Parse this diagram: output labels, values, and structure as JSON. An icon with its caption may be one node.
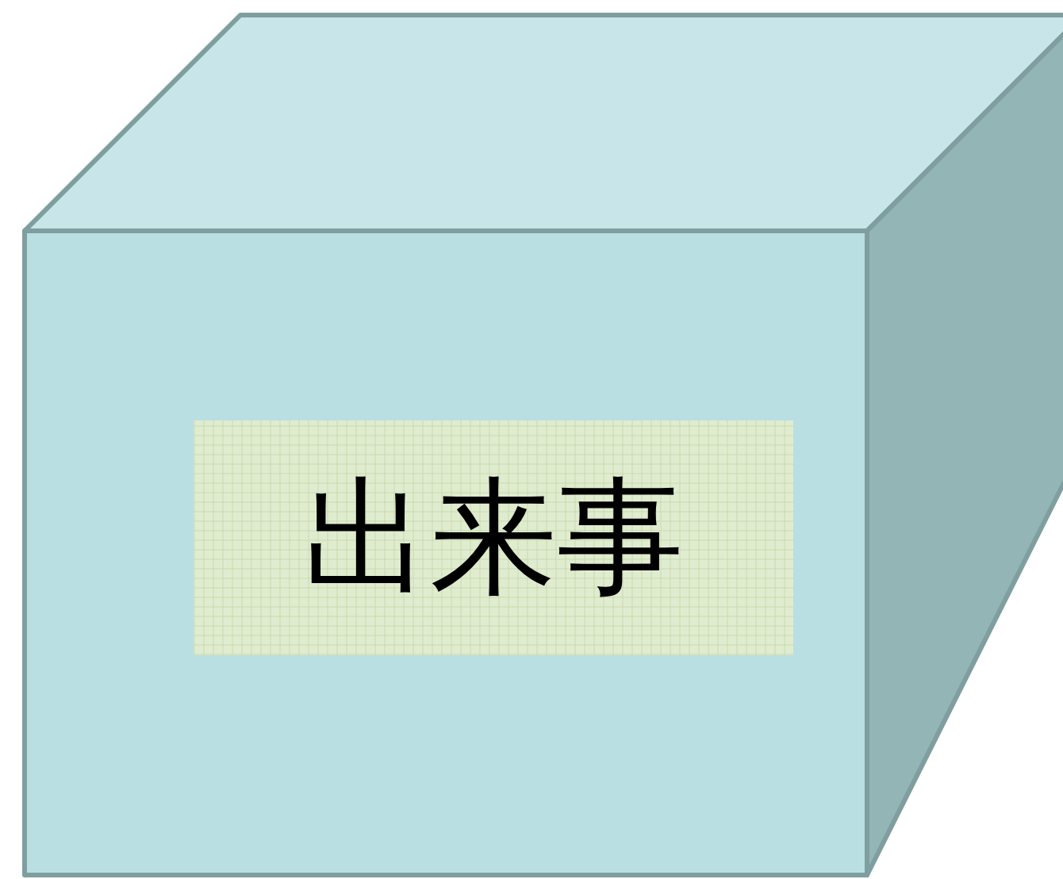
{
  "diagram": {
    "nodes": [
      {
        "text": [],
        "shape": "box"
      },
      {
        "text": [
          "出来事"
        ],
        "in": 0
      }
    ]
  }
}
